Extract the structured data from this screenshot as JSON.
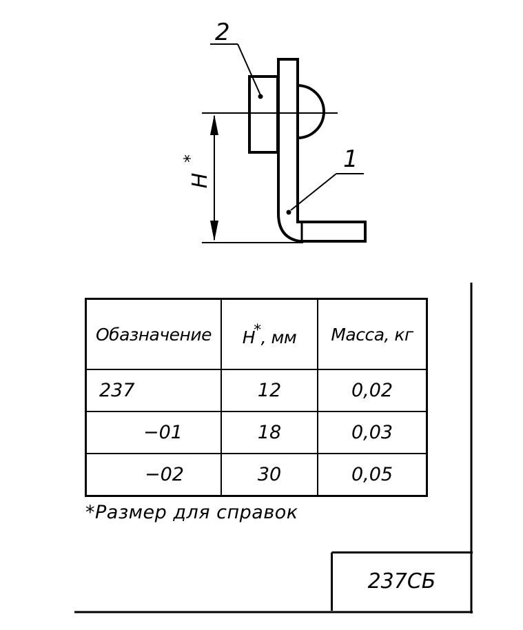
{
  "drawing": {
    "callout_part_2": "2",
    "callout_part_1": "1",
    "dimension_label": "H",
    "dimension_mark": "*"
  },
  "table": {
    "headers": {
      "designation": "Обазначение",
      "height_symbol": "H",
      "height_mark": "*",
      "height_unit": ", мм",
      "mass": "Масса, кг"
    },
    "rows": [
      {
        "designation": "237",
        "height": "12",
        "mass": "0,02"
      },
      {
        "designation": "−01",
        "height": "18",
        "mass": "0,03"
      },
      {
        "designation": "−02",
        "height": "30",
        "mass": "0,05"
      }
    ]
  },
  "footnote": "*Размер для справок",
  "title_block": {
    "code": "237СБ"
  }
}
